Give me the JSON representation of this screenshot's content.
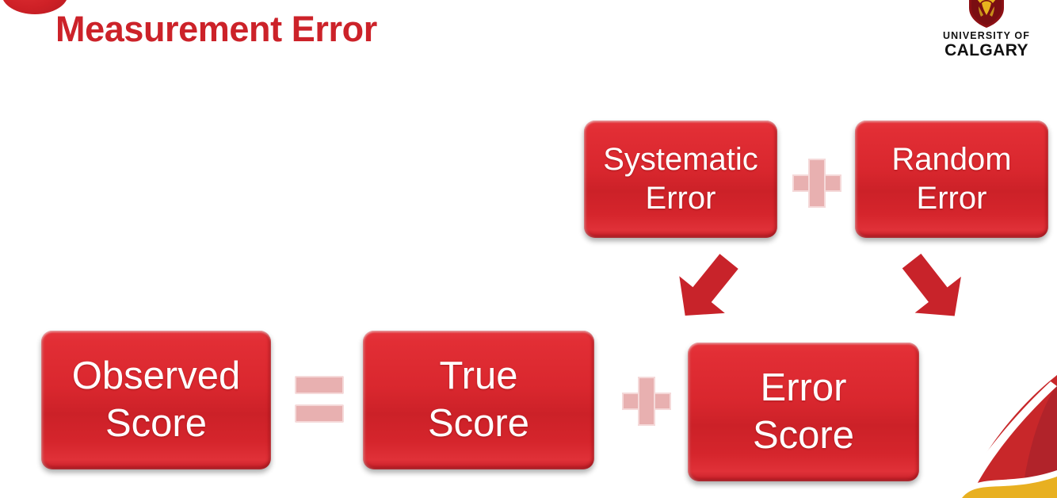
{
  "slide": {
    "title": "Measurement Error",
    "background_color": "#ffffff",
    "title_color": "#cc2229",
    "accent_color": "#d9272e",
    "operator_color": "#e8b0b0"
  },
  "logo": {
    "name": "university-of-calgary-logo",
    "line1": "UNIVERSITY OF",
    "line2": "CALGARY",
    "crest_colors": {
      "shield": "#8c1014",
      "gold": "#e8b21e",
      "dark": "#2b0b0c"
    }
  },
  "diagram": {
    "top_row": {
      "systematic": {
        "line1": "Systematic",
        "line2": "Error"
      },
      "operator": "+",
      "random": {
        "line1": "Random",
        "line2": "Error"
      }
    },
    "bottom_row": {
      "observed": {
        "line1": "Observed",
        "line2": "Score"
      },
      "equals": "=",
      "true": {
        "line1": "True",
        "line2": "Score"
      },
      "plus": "+",
      "error": {
        "line1": "Error",
        "line2": "Score"
      }
    },
    "arrows": [
      {
        "name": "arrow-systematic-to-error-score",
        "direction": "down-right"
      },
      {
        "name": "arrow-random-to-error-score",
        "direction": "down-left"
      }
    ]
  }
}
